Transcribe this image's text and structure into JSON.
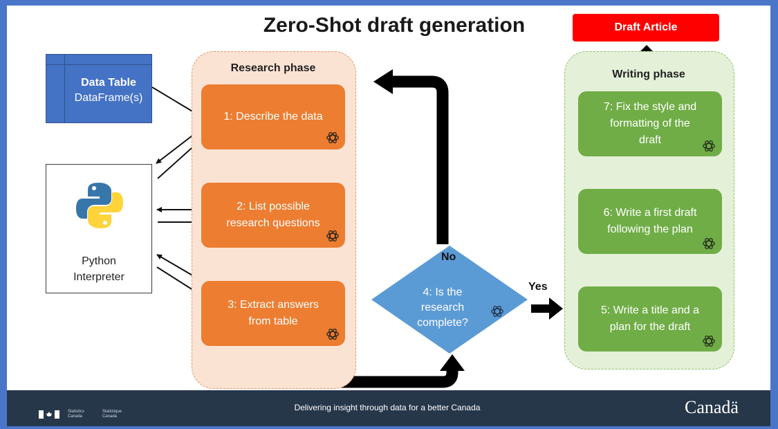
{
  "title": "Zero-Shot draft generation",
  "data_table": {
    "title": "Data Table",
    "subtitle": "DataFrame(s)"
  },
  "python": {
    "label_line1": "Python",
    "label_line2": "Interpreter"
  },
  "research_phase": {
    "title": "Research phase",
    "steps": [
      {
        "line1": "1: Describe the data",
        "line2": ""
      },
      {
        "line1": "2: List possible",
        "line2": "research questions"
      },
      {
        "line1": "3: Extract answers",
        "line2": "from table"
      }
    ]
  },
  "decision": {
    "line1": "4: Is the",
    "line2": "research",
    "line3": "complete?",
    "no_label": "No",
    "yes_label": "Yes"
  },
  "writing_phase": {
    "title": "Writing phase",
    "steps": [
      {
        "line1": "7: Fix the style and",
        "line2": "formatting of the",
        "line3": "draft"
      },
      {
        "line1": "6: Write a first draft",
        "line2": "following the plan",
        "line3": ""
      },
      {
        "line1": "5: Write a title and a",
        "line2": "plan for the draft",
        "line3": ""
      }
    ]
  },
  "output": {
    "label": "Draft Article"
  },
  "footer": {
    "tagline": "Delivering insight through data for a better Canada",
    "agency_en_1": "Statistics",
    "agency_en_2": "Canada",
    "agency_fr_1": "Statistique",
    "agency_fr_2": "Canada",
    "wordmark": "Canadä"
  },
  "icons": {
    "model_icon": "openai-logo-icon",
    "python_icon": "python-logo-icon",
    "flag_icon": "canada-flag-icon"
  },
  "colors": {
    "background": "#4a76c9",
    "research_step": "#ec7d31",
    "research_phase_bg": "#fbe3d4",
    "writing_step": "#70ad47",
    "writing_phase_bg": "#e4f0d8",
    "decision": "#5b9bd5",
    "data_table": "#4472c4",
    "output": "#ff0000",
    "footer": "#26374a"
  }
}
